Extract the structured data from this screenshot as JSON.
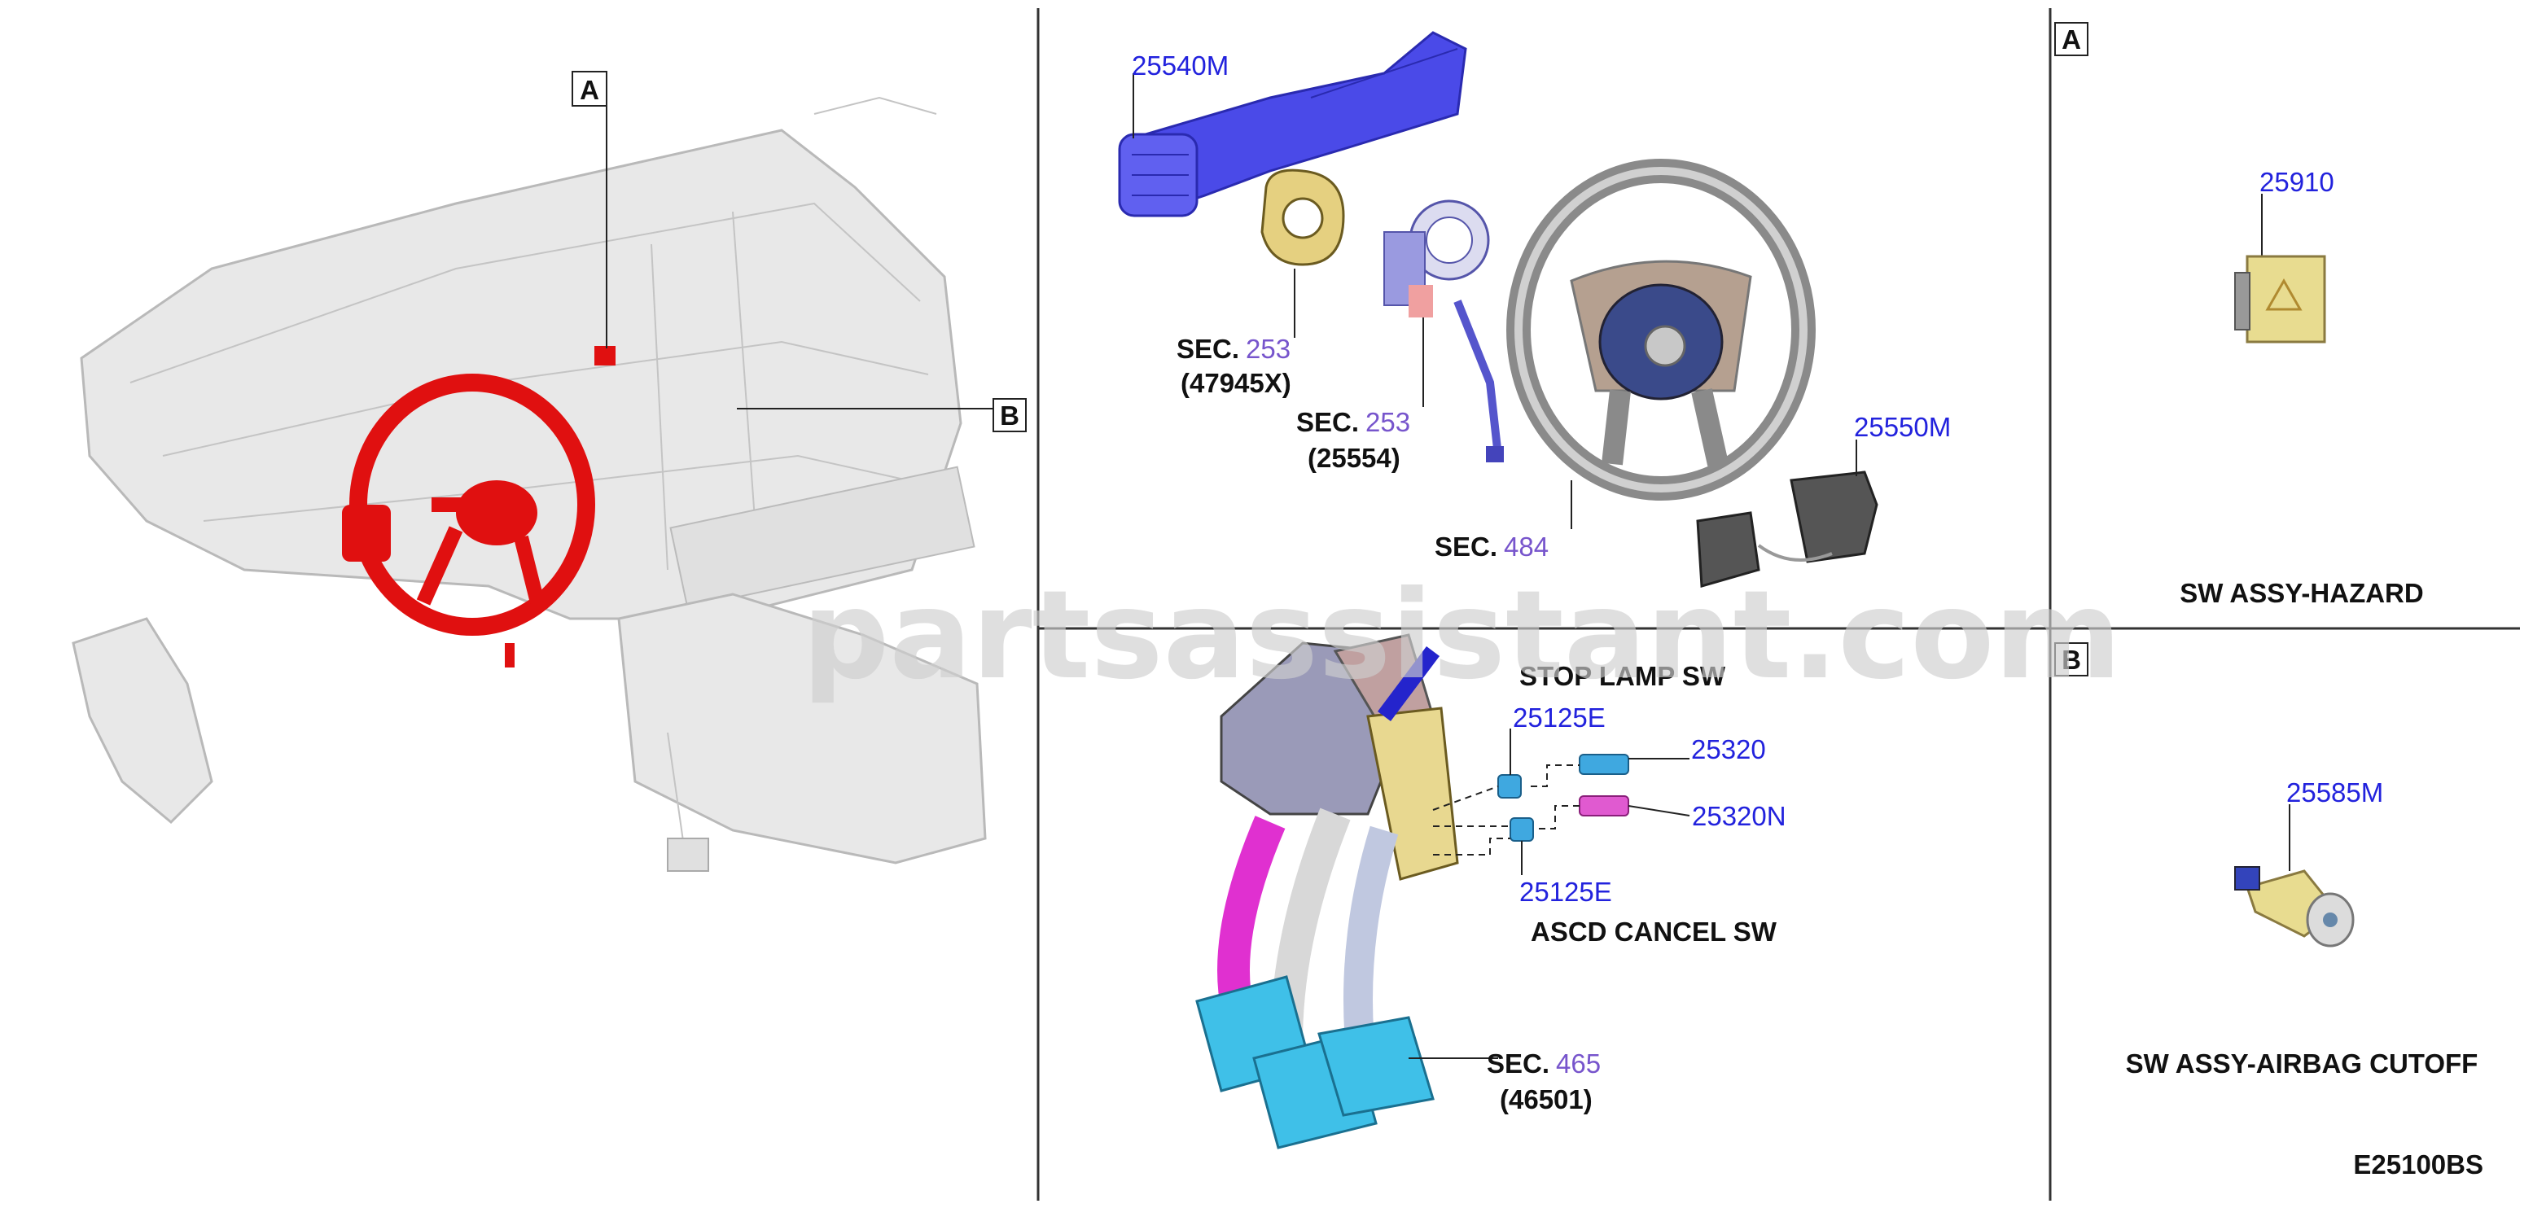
{
  "callouts": {
    "view_a": "A",
    "view_b": "B",
    "panel_a": "A",
    "panel_b": "B"
  },
  "steering": {
    "p25540m": "25540M",
    "sec253a_prefix": "SEC.",
    "sec253a_num": "253",
    "sec253a_sub": "(47945X)",
    "sec253b_prefix": "SEC.",
    "sec253b_num": "253",
    "sec253b_sub": "(25554)",
    "sec484_prefix": "SEC.",
    "sec484_num": "484",
    "p25550m": "25550M"
  },
  "pedals": {
    "stop_lamp_title": "STOP LAMP SW",
    "p25125e_top": "25125E",
    "p25320": "25320",
    "p25320n": "25320N",
    "p25125e_bottom": "25125E",
    "ascd_title": "ASCD CANCEL SW",
    "sec465_prefix": "SEC.",
    "sec465_num": "465",
    "sec465_sub": "(46501)"
  },
  "panel_a": {
    "part": "25910",
    "name": "SW ASSY-HAZARD"
  },
  "panel_b": {
    "part": "25585M",
    "name": "SW ASSY-AIRBAG CUTOFF"
  },
  "diagram_code": "E25100BS",
  "watermark": "partsassistant.com",
  "colors": {
    "part_number_blue": "#2222dd",
    "section_purple": "#7755cc",
    "highlight_red": "#e01010",
    "pedal_cyan": "#3fc0e8",
    "pedal_magenta": "#e030d0",
    "switch_yellow": "#e8dc90"
  }
}
